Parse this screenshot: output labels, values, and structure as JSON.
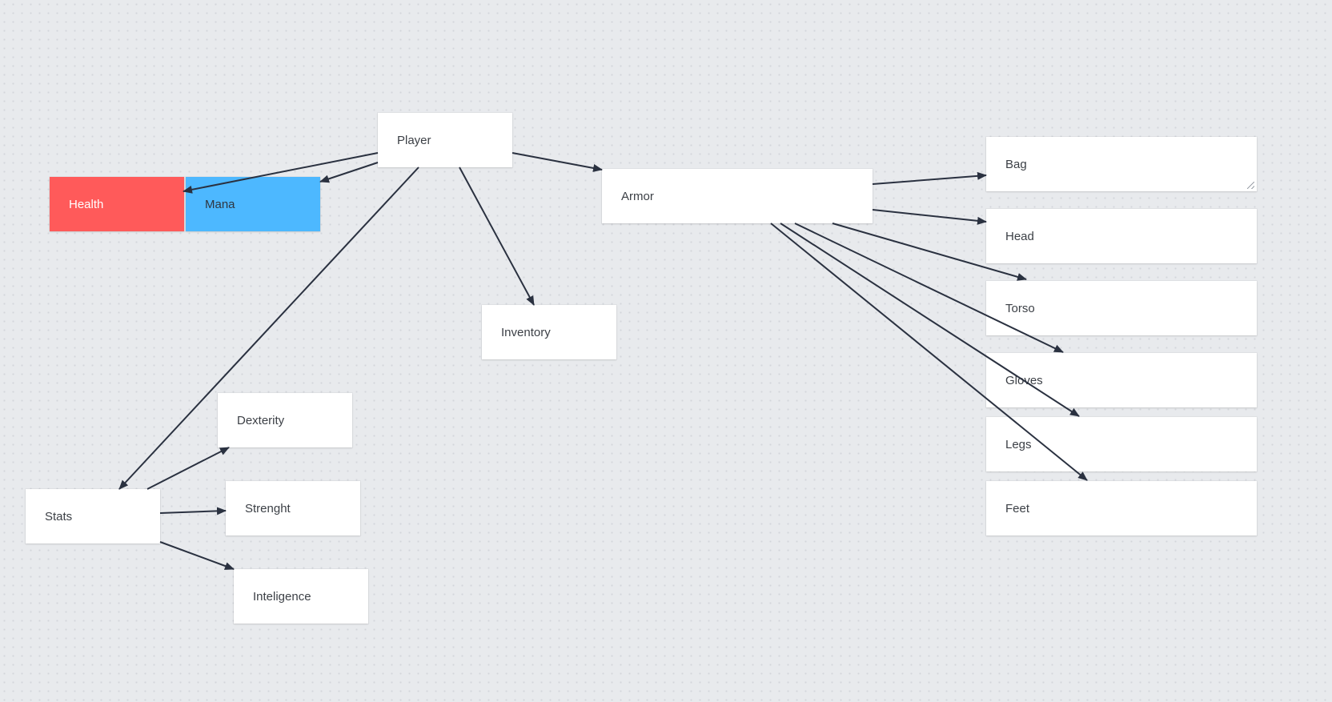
{
  "colors": {
    "background": "#e8eaed",
    "node_default": "#ffffff",
    "health": "#ff5a5a",
    "mana": "#4db8ff",
    "edge": "#2a3140"
  },
  "nodes": {
    "player": {
      "label": "Player",
      "color": "#ffffff"
    },
    "health": {
      "label": "Health",
      "color": "#ff5a5a"
    },
    "mana": {
      "label": "Mana",
      "color": "#4db8ff"
    },
    "armor": {
      "label": "Armor",
      "color": "#ffffff"
    },
    "inventory": {
      "label": "Inventory",
      "color": "#ffffff"
    },
    "stats": {
      "label": "Stats",
      "color": "#ffffff"
    },
    "dexterity": {
      "label": "Dexterity",
      "color": "#ffffff"
    },
    "strenght": {
      "label": "Strenght",
      "color": "#ffffff"
    },
    "inteligence": {
      "label": "Inteligence",
      "color": "#ffffff"
    },
    "bag": {
      "label": "Bag",
      "color": "#ffffff"
    },
    "head": {
      "label": "Head",
      "color": "#ffffff"
    },
    "torso": {
      "label": "Torso",
      "color": "#ffffff"
    },
    "gloves": {
      "label": "Gloves",
      "color": "#ffffff"
    },
    "legs": {
      "label": "Legs",
      "color": "#ffffff"
    },
    "feet": {
      "label": "Feet",
      "color": "#ffffff"
    }
  },
  "edges": [
    {
      "from": "player",
      "to": "health"
    },
    {
      "from": "player",
      "to": "mana"
    },
    {
      "from": "player",
      "to": "armor"
    },
    {
      "from": "player",
      "to": "inventory"
    },
    {
      "from": "player",
      "to": "stats"
    },
    {
      "from": "stats",
      "to": "dexterity"
    },
    {
      "from": "stats",
      "to": "strenght"
    },
    {
      "from": "stats",
      "to": "inteligence"
    },
    {
      "from": "armor",
      "to": "bag"
    },
    {
      "from": "armor",
      "to": "head"
    },
    {
      "from": "armor",
      "to": "torso"
    },
    {
      "from": "armor",
      "to": "gloves"
    },
    {
      "from": "armor",
      "to": "legs"
    },
    {
      "from": "armor",
      "to": "feet"
    }
  ]
}
